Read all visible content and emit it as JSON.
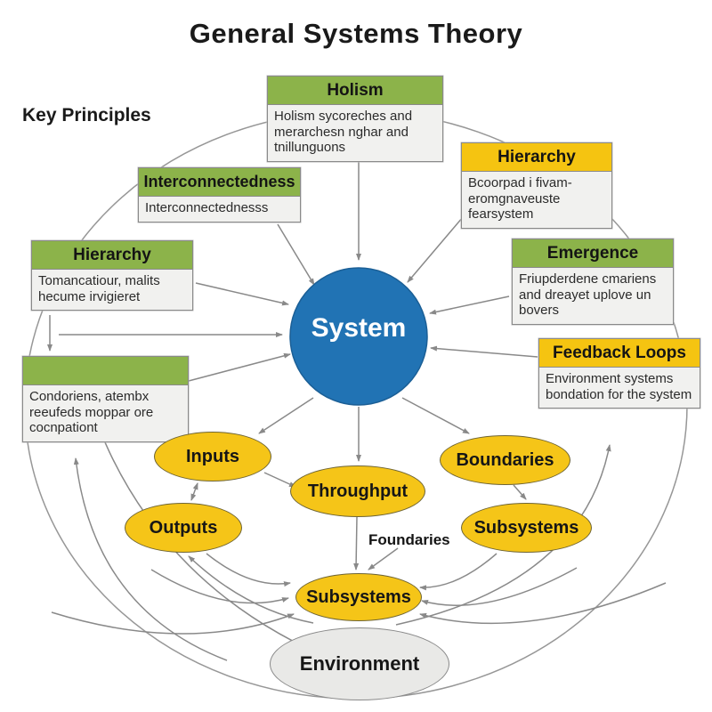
{
  "title": "General Systems Theory",
  "subtitle": "Key Principles",
  "diagram": {
    "center_node": {
      "label": "System",
      "color": "#2173b4"
    },
    "boxes": [
      {
        "id": "holism",
        "title": "Holism",
        "body": "Holism sycoreches and merarchesn nghar and tnillunguons",
        "header_color": "#8cb34a"
      },
      {
        "id": "interconnectedness",
        "title": "Interconnectedness",
        "body": "Interconnectednesss",
        "header_color": "#8cb34a"
      },
      {
        "id": "hierarchy-right",
        "title": "Hierarchy",
        "body": "Bcoorpad i fivam-eromgnaveuste fearsystem",
        "header_color": "#f5c411"
      },
      {
        "id": "hierarchy-left",
        "title": "Hierarchy",
        "body": "Tomancatiour, malits hecume irvigieret",
        "header_color": "#8cb34a"
      },
      {
        "id": "emergence",
        "title": "Emergence",
        "body": "Friupderdene cmariens and dreayet uplove un bovers",
        "header_color": "#8cb34a"
      },
      {
        "id": "feedback-loops",
        "title": "Feedback Loops",
        "body": "Environment systems bondation for the system",
        "header_color": "#f5c411"
      },
      {
        "id": "unlabeled",
        "title": "",
        "body": "Condoriens, atembx reeufeds moppar ore cocnpationt",
        "header_color": "#8cb34a"
      }
    ],
    "ellipses": [
      {
        "id": "inputs",
        "label": "Inputs",
        "color": "#f5c518"
      },
      {
        "id": "throughput",
        "label": "Throughput",
        "color": "#f5c518"
      },
      {
        "id": "boundaries",
        "label": "Boundaries",
        "color": "#f5c518"
      },
      {
        "id": "outputs",
        "label": "Outputs",
        "color": "#f5c518"
      },
      {
        "id": "subsystems-right",
        "label": "Subsystems",
        "color": "#f5c518"
      },
      {
        "id": "subsystems-bottom",
        "label": "Subsystems",
        "color": "#f5c518"
      },
      {
        "id": "environment",
        "label": "Environment",
        "color": "#e9e9e7"
      }
    ],
    "float_label": "Foundaries",
    "colors": {
      "green_header": "#8cb34a",
      "yellow_header": "#f5c411",
      "system_blue": "#2173b4",
      "ellipse_yellow": "#f5c518",
      "environment_gray": "#e9e9e7",
      "arrow_gray": "#898989"
    }
  }
}
